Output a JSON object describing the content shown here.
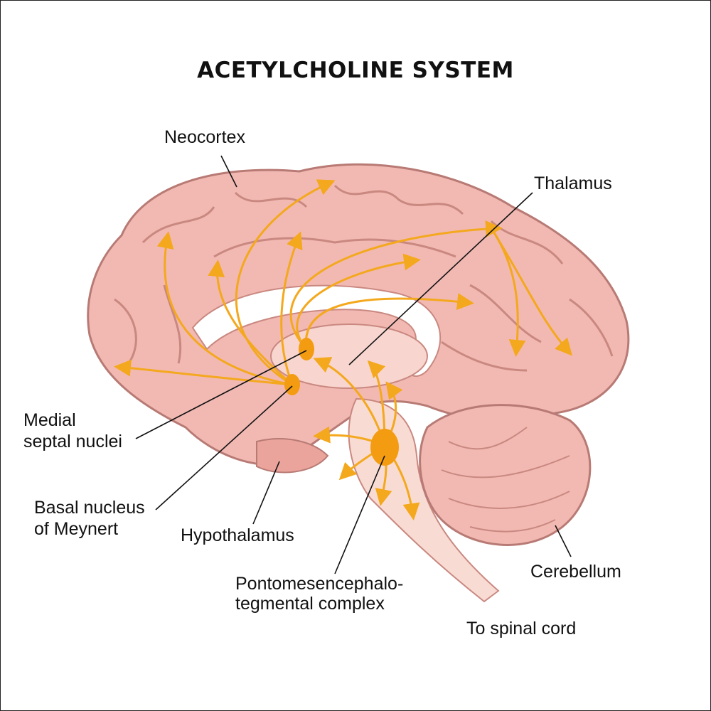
{
  "title": "ACETYLCHOLINE SYSTEM",
  "labels": {
    "neocortex": "Neocortex",
    "thalamus": "Thalamus",
    "medial_septal_1": "Medial",
    "medial_septal_2": "septal nuclei",
    "basal_1": "Basal nucleus",
    "basal_2": "of Meynert",
    "hypothalamus": "Hypothalamus",
    "ppt_1": "Pontomesencephalo-",
    "ppt_2": "tegmental complex",
    "cerebellum": "Cerebellum",
    "spinal": "To spinal cord"
  },
  "colors": {
    "brain": "#f2b9b3",
    "brain_dark": "#c98880",
    "pathway": "#f4a81d",
    "nucleus": "#f39c12"
  }
}
